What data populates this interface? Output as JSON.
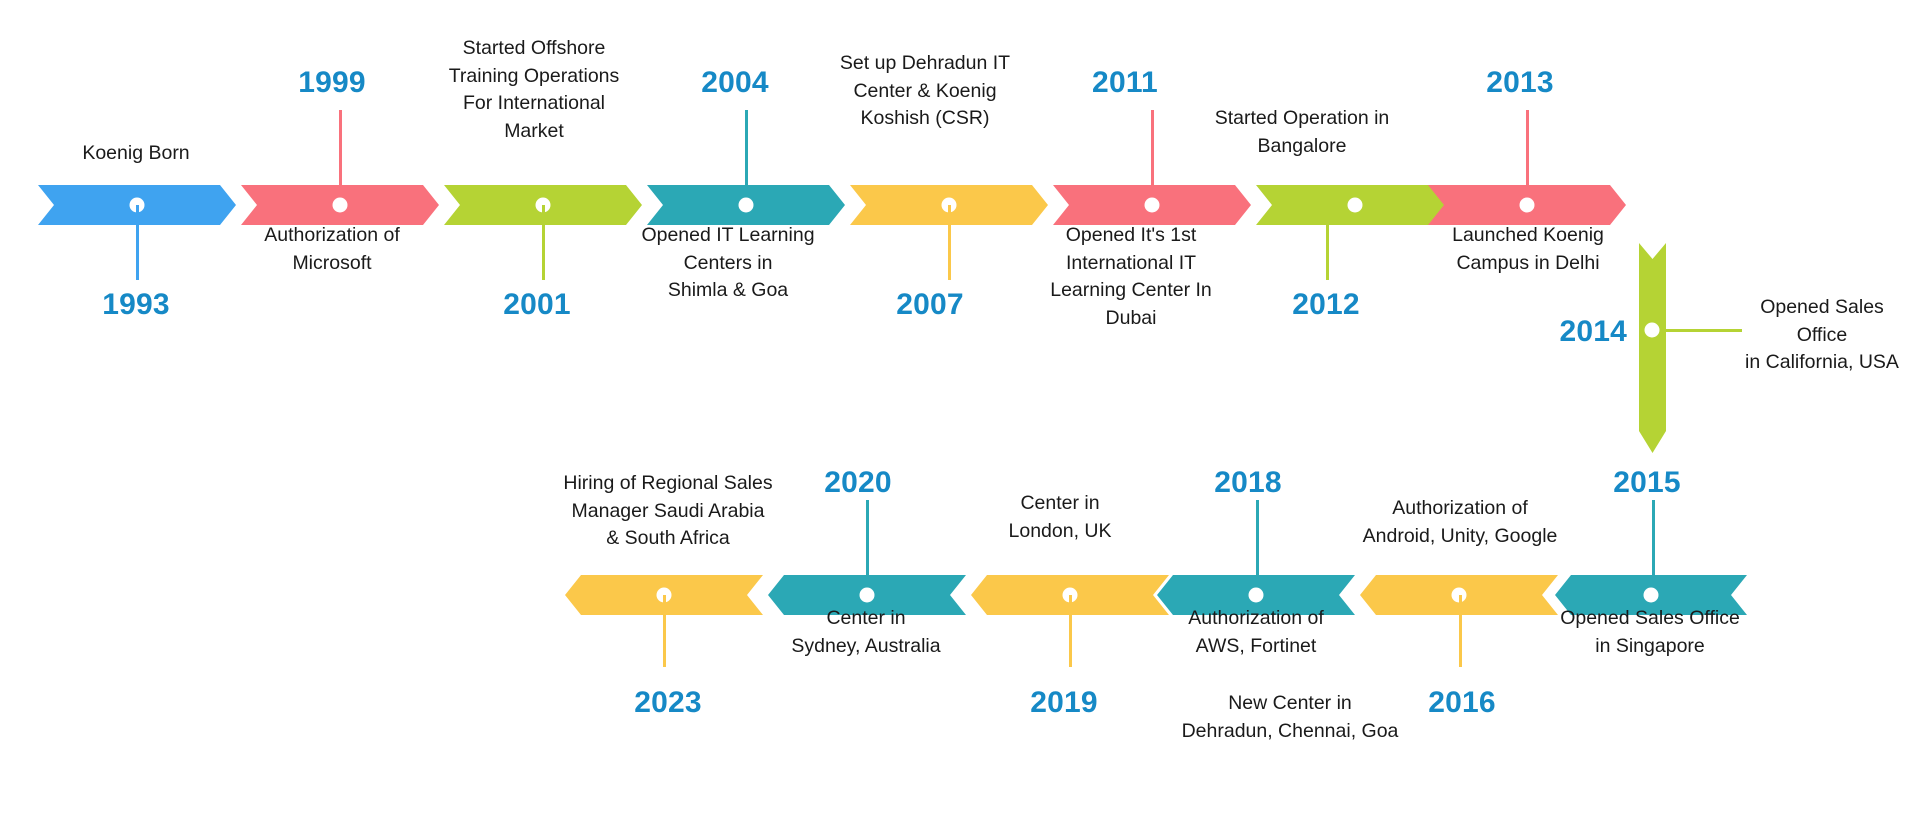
{
  "meta": {
    "title": "Koenig Solutions Company Milestone Timeline",
    "colors": {
      "blue": "#3FA3F0",
      "red": "#F9717C",
      "green": "#B5D334",
      "teal": "#2BA8B5",
      "yellow": "#FBC84A",
      "year_text": "#1689C6",
      "body_text": "#1a1a1a",
      "background": "#FFFFFF",
      "dot": "#FFFFFF"
    }
  },
  "chart_data": {
    "type": "timeline",
    "title": "Koenig Solutions Company Milestone Timeline",
    "orientation": "two-row serpentine: top row left-to-right, vertical drop, bottom row right-to-left",
    "rows": [
      {
        "name": "top-row",
        "direction": "left-to-right",
        "count": 8,
        "events": [
          {
            "year": "1993",
            "text": "Koenig Born",
            "color": "blue",
            "label_position": "above",
            "year_position": "below"
          },
          {
            "year": "1999",
            "text": "Authorization of\nMicrosoft",
            "color": "red",
            "label_position": "below",
            "year_position": "above"
          },
          {
            "year": "2001",
            "text": "Started Offshore\nTraining Operations\nFor International\nMarket",
            "color": "green",
            "label_position": "above",
            "year_position": "below"
          },
          {
            "year": "2004",
            "text": "Opened IT Learning\nCenters in\nShimla & Goa",
            "color": "teal",
            "label_position": "below",
            "year_position": "above"
          },
          {
            "year": "2007",
            "text": "Set up Dehradun IT\nCenter & Koenig\nKoshish (CSR)",
            "color": "yellow",
            "label_position": "above",
            "year_position": "below"
          },
          {
            "year": "2011",
            "text": "Opened It's 1st\nInternational IT\nLearning Center In\nDubai",
            "color": "red",
            "label_position": "below",
            "year_position": "above"
          },
          {
            "year": "2012",
            "text": "Started Operation in\nBangalore",
            "color": "green",
            "label_position": "above",
            "year_position": "below"
          },
          {
            "year": "2013",
            "text": "Launched Koenig\nCampus in Delhi",
            "color": "red",
            "label_position": "below",
            "year_position": "above"
          }
        ]
      },
      {
        "name": "connector",
        "direction": "vertical-downward",
        "count": 1,
        "events": [
          {
            "year": "2014",
            "text": "Opened Sales\nOffice\nin California, USA",
            "color": "green",
            "label_position": "right",
            "year_position": "left"
          }
        ]
      },
      {
        "name": "bottom-row",
        "direction": "right-to-left",
        "count": 6,
        "events": [
          {
            "year": "2015",
            "text": "Opened Sales Office\nin Singapore",
            "color": "teal",
            "label_position": "below",
            "year_position": "above"
          },
          {
            "year": "2016",
            "text": "Authorization of\nAndroid, Unity, Google",
            "color": "yellow",
            "label_position": "above",
            "year_position": "below"
          },
          {
            "year": "2018",
            "text": "Authorization of\nAWS, Fortinet\n\nNew Center in\nDehradun, Chennai, Goa",
            "color": "teal",
            "label_position": "below",
            "year_position": "above"
          },
          {
            "year": "2019",
            "text": "Center in\nLondon, UK",
            "color": "yellow",
            "label_position": "above",
            "year_position": "below"
          },
          {
            "year": "2020",
            "text": "Center in\nSydney, Australia",
            "color": "teal",
            "label_position": "below",
            "year_position": "above"
          },
          {
            "year": "2023",
            "text": "Hiring of Regional Sales\nManager Saudi Arabia\n& South Africa",
            "color": "yellow",
            "label_position": "above",
            "year_position": "below"
          }
        ]
      }
    ]
  },
  "top": {
    "e0": {
      "year": "1993",
      "text": "Koenig Born"
    },
    "e1": {
      "year": "1999",
      "text": "Authorization of\nMicrosoft"
    },
    "e2": {
      "year": "2001",
      "text": "Started Offshore\nTraining Operations\nFor International\nMarket"
    },
    "e3": {
      "year": "2004",
      "text": "Opened IT Learning\nCenters in\nShimla & Goa"
    },
    "e4": {
      "year": "2007",
      "text": "Set up Dehradun IT\nCenter & Koenig\nKoshish (CSR)"
    },
    "e5": {
      "year": "2011",
      "text": "Opened It's 1st\nInternational IT\nLearning Center In\nDubai"
    },
    "e6": {
      "year": "2012",
      "text": "Started Operation in\nBangalore"
    },
    "e7": {
      "year": "2013",
      "text": "Launched Koenig\nCampus in Delhi"
    }
  },
  "connector": {
    "e0": {
      "year": "2014",
      "text": "Opened Sales\nOffice\nin California, USA"
    }
  },
  "bottom": {
    "e0": {
      "year": "2023",
      "text": "Hiring of Regional Sales\nManager Saudi Arabia\n& South Africa"
    },
    "e1": {
      "year": "2020",
      "text": "Center in\nSydney, Australia"
    },
    "e2": {
      "year": "2019",
      "text": "Center in\nLondon, UK"
    },
    "e3": {
      "year": "2018",
      "text": "Authorization of\nAWS, Fortinet"
    },
    "e3b": {
      "text": "New Center in\nDehradun, Chennai, Goa"
    },
    "e4": {
      "year": "2016",
      "text": "Authorization of\nAndroid, Unity, Google"
    },
    "e5": {
      "year": "2015",
      "text": "Opened Sales Office\nin Singapore"
    }
  }
}
